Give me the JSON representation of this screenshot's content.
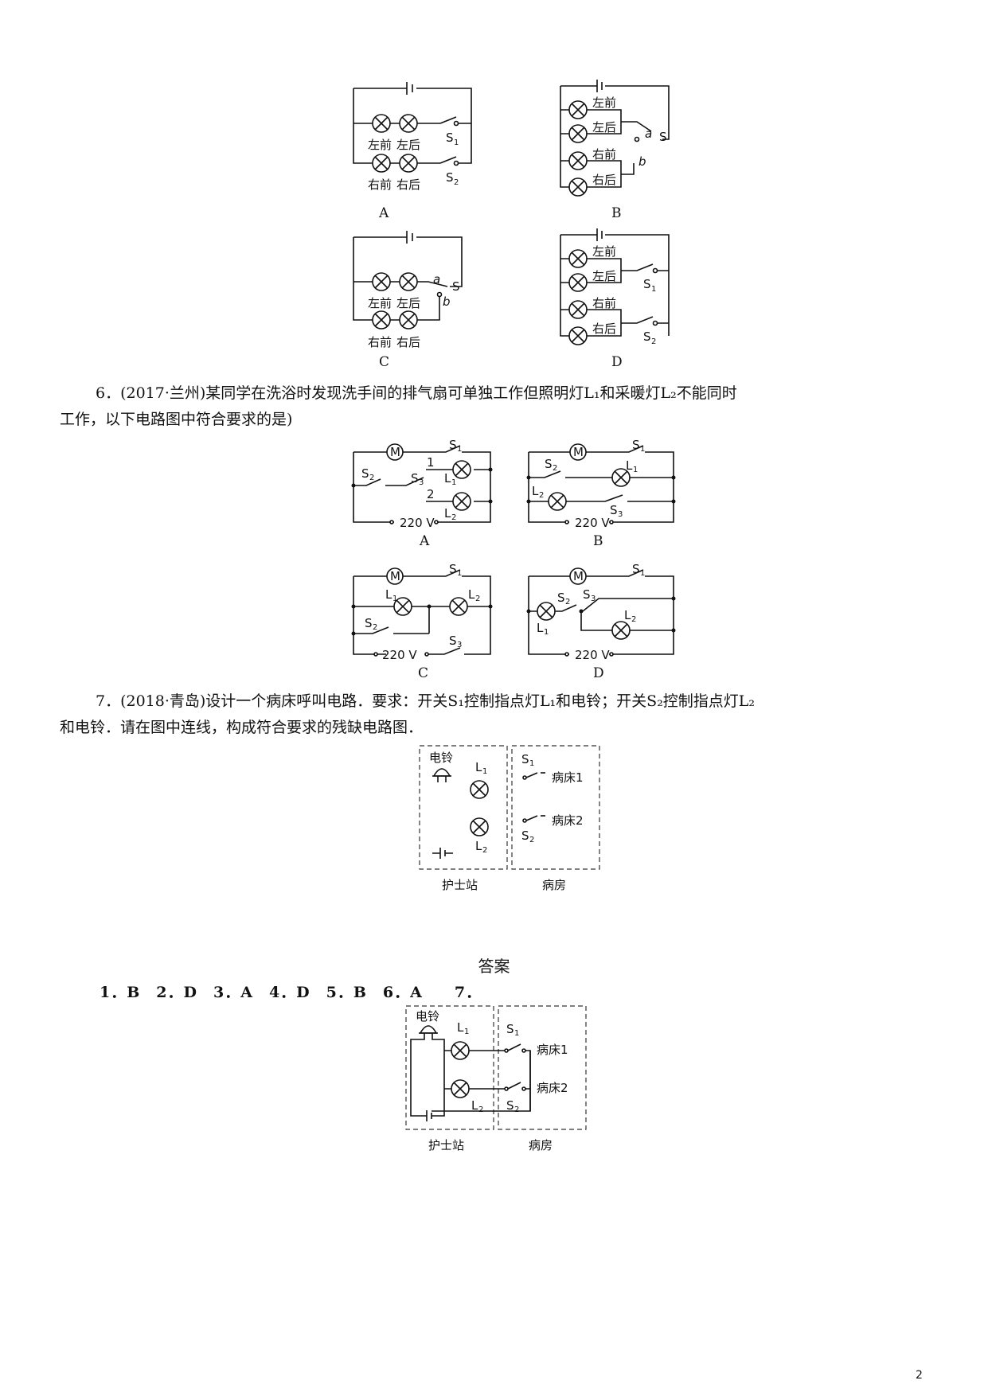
{
  "fig5": {
    "lamps": [
      "左前",
      "左后",
      "右前",
      "右后"
    ],
    "switches": {
      "s": "S",
      "s1": "S",
      "s2": "S",
      "sub1": "1",
      "sub2": "2",
      "a": "a",
      "b": "b"
    },
    "captions": [
      "A",
      "B",
      "C",
      "D"
    ]
  },
  "q6": {
    "line1": "6．(2017·兰州)某同学在洗浴时发现洗手间的排气扇可单独工作但照明灯L₁和采暖灯L₂不能同时",
    "line2": "工作，以下电路图中符合要求的是)",
    "motor": "M",
    "voltage": "220 V",
    "s": "S",
    "l": "L",
    "n1": "1",
    "n2": "2",
    "n3": "3",
    "captions": [
      "A",
      "B",
      "C",
      "D"
    ]
  },
  "q7": {
    "line1": "7．(2018·青岛)设计一个病床呼叫电路．要求：开关S₁控制指点灯L₁和电铃；开关S₂控制指点灯L₂",
    "line2": "和电铃．请在图中连线，构成符合要求的残缺电路图．",
    "bell": "电铃",
    "bed1": "病床1",
    "bed2": "病床2",
    "nurse": "护士站",
    "ward": "病房",
    "l": "L",
    "s": "S",
    "n1": "1",
    "n2": "2"
  },
  "answers": {
    "title": "答案",
    "line": "1．B　2．D　3．A　4．D　5．B　6．A　　7．"
  },
  "page_number": "2"
}
